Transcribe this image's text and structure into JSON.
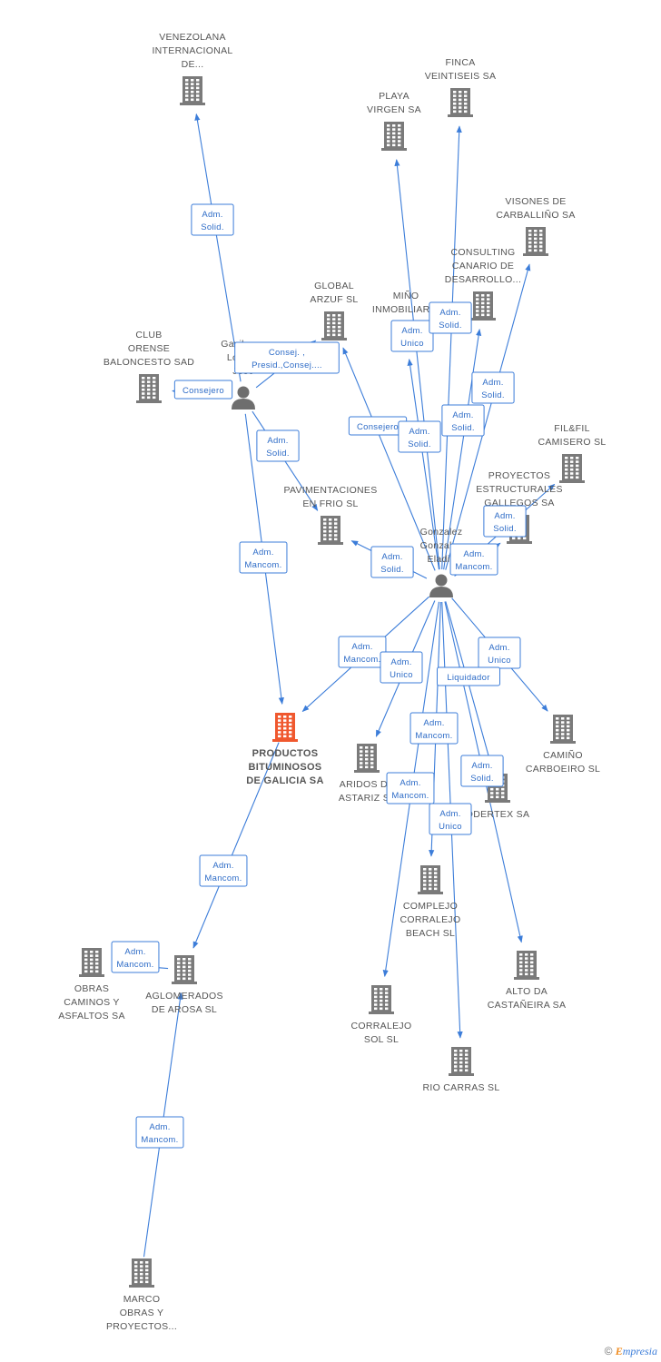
{
  "colors": {
    "edge": "#3c7dd9",
    "company": "#7a7a7a",
    "main_company": "#f0582e",
    "person": "#6e6e6e"
  },
  "nodes": [
    {
      "id": "venezolana",
      "kind": "company",
      "lines": [
        "VENEZOLANA",
        "INTERNACIONAL",
        "DE..."
      ]
    },
    {
      "id": "finca",
      "kind": "company",
      "lines": [
        "FINCA",
        "VEINTISEIS SA"
      ]
    },
    {
      "id": "playa",
      "kind": "company",
      "lines": [
        "PLAYA",
        "VIRGEN SA"
      ]
    },
    {
      "id": "visones",
      "kind": "company",
      "lines": [
        "VISONES DE",
        "CARBALLIÑO SA"
      ]
    },
    {
      "id": "consulting",
      "kind": "company",
      "lines": [
        "CONSULTING",
        "CANARIO DE",
        "DESARROLLO..."
      ]
    },
    {
      "id": "global",
      "kind": "company",
      "lines": [
        "GLOBAL",
        "ARZUF SL"
      ]
    },
    {
      "id": "mino",
      "kind": "company",
      "lines": [
        "MIÑO",
        "INMOBILIARIA"
      ]
    },
    {
      "id": "club",
      "kind": "company",
      "lines": [
        "CLUB",
        "ORENSE",
        "BALONCESTO SAD"
      ]
    },
    {
      "id": "gavilanes",
      "kind": "person",
      "lines": [
        "Gavilanes",
        "Losada",
        "Jose"
      ]
    },
    {
      "id": "filfil",
      "kind": "company",
      "lines": [
        "FIL&FIL",
        "CAMISERO SL"
      ]
    },
    {
      "id": "proyectos",
      "kind": "company",
      "lines": [
        "PROYECTOS",
        "ESTRUCTURALES",
        "GALLEGOS SA"
      ]
    },
    {
      "id": "pavimentaciones",
      "kind": "company",
      "lines": [
        "PAVIMENTACIONES",
        "EN FRIO SL"
      ]
    },
    {
      "id": "gonzalez",
      "kind": "person",
      "lines": [
        "Gonzalez",
        "Gonzalez",
        "Eladio"
      ]
    },
    {
      "id": "productos",
      "kind": "main",
      "lines": [
        "PRODUCTOS",
        "BITUMINOSOS",
        "DE GALICIA SA"
      ]
    },
    {
      "id": "aridos",
      "kind": "company",
      "lines": [
        "ARIDOS DE",
        "ASTARIZ SL"
      ]
    },
    {
      "id": "camino",
      "kind": "company",
      "lines": [
        "CAMIÑO",
        "CARBOEIRO SL"
      ]
    },
    {
      "id": "odertex",
      "kind": "company",
      "lines": [
        "ODERTEX SA"
      ]
    },
    {
      "id": "complejo",
      "kind": "company",
      "lines": [
        "COMPLEJO",
        "CORRALEJO",
        "BEACH SL"
      ]
    },
    {
      "id": "obras",
      "kind": "company",
      "lines": [
        "OBRAS",
        "CAMINOS Y",
        "ASFALTOS SA"
      ]
    },
    {
      "id": "aglomerados",
      "kind": "company",
      "lines": [
        "AGLOMERADOS",
        "DE AROSA SL"
      ]
    },
    {
      "id": "alto",
      "kind": "company",
      "lines": [
        "ALTO DA",
        "CASTAÑEIRA SA"
      ]
    },
    {
      "id": "corralejo",
      "kind": "company",
      "lines": [
        "CORRALEJO",
        "SOL SL"
      ]
    },
    {
      "id": "rio",
      "kind": "company",
      "lines": [
        "RIO CARRAS SL"
      ]
    },
    {
      "id": "marco",
      "kind": "company",
      "lines": [
        "MARCO",
        "OBRAS Y",
        "PROYECTOS..."
      ]
    }
  ],
  "edges": [
    {
      "from": "gavilanes",
      "to": "venezolana",
      "label": [
        "Adm.",
        "Solid."
      ]
    },
    {
      "from": "gavilanes",
      "to": "productos",
      "label": [
        "Adm.",
        "Mancom."
      ]
    },
    {
      "from": "gavilanes",
      "to": "pavimentaciones",
      "label": [
        "Adm.",
        "Solid."
      ]
    },
    {
      "from": "gavilanes",
      "to": "club",
      "label": [
        "Consejero"
      ]
    },
    {
      "from": "gavilanes",
      "to": "global",
      "label": [
        "Consej. ,",
        "Presid.,Consej...."
      ]
    },
    {
      "from": "gonzalez",
      "to": "global",
      "label": [
        "Consejero"
      ]
    },
    {
      "from": "gonzalez",
      "to": "playa",
      "label": [
        "Adm.",
        "Unico"
      ]
    },
    {
      "from": "gonzalez",
      "to": "finca",
      "label": [
        "Adm.",
        "Solid."
      ]
    },
    {
      "from": "gonzalez",
      "to": "mino",
      "label": [
        "Adm.",
        "Solid."
      ]
    },
    {
      "from": "gonzalez",
      "to": "consulting",
      "label": [
        "Adm.",
        "Solid."
      ]
    },
    {
      "from": "gonzalez",
      "to": "visones",
      "label": [
        "Adm.",
        "Solid."
      ]
    },
    {
      "from": "gonzalez",
      "to": "proyectos",
      "label": [
        "Adm.",
        "Solid."
      ]
    },
    {
      "from": "gonzalez",
      "to": "filfil",
      "label": [
        "Adm.",
        "Mancom."
      ]
    },
    {
      "from": "gonzalez",
      "to": "pavimentaciones",
      "label": [
        "Adm.",
        "Solid."
      ]
    },
    {
      "from": "gonzalez",
      "to": "productos",
      "label": [
        "Adm.",
        "Mancom."
      ]
    },
    {
      "from": "gonzalez",
      "to": "aridos",
      "label": [
        "Adm.",
        "Unico"
      ]
    },
    {
      "from": "gonzalez",
      "to": "camino",
      "label": [
        "Adm.",
        "Unico"
      ]
    },
    {
      "from": "gonzalez",
      "to": "odertex",
      "label": [
        "Liquidador"
      ]
    },
    {
      "from": "gonzalez",
      "to": "complejo",
      "label": [
        "Adm.",
        "Mancom."
      ]
    },
    {
      "from": "gonzalez",
      "to": "alto",
      "label": [
        "Adm.",
        "Solid."
      ]
    },
    {
      "from": "gonzalez",
      "to": "corralejo",
      "label": [
        "Adm.",
        "Mancom."
      ]
    },
    {
      "from": "gonzalez",
      "to": "rio",
      "label": [
        "Adm.",
        "Unico"
      ]
    },
    {
      "from": "productos",
      "to": "aglomerados",
      "label": [
        "Adm.",
        "Mancom."
      ]
    },
    {
      "from": "aglomerados",
      "to": "obras",
      "label": [
        "Adm.",
        "Mancom."
      ]
    },
    {
      "from": "marco",
      "to": "aglomerados",
      "label": [
        "Adm.",
        "Mancom."
      ]
    }
  ],
  "footer": {
    "copyright": "©",
    "brand_initial": "E",
    "brand_rest": "mpresia"
  }
}
